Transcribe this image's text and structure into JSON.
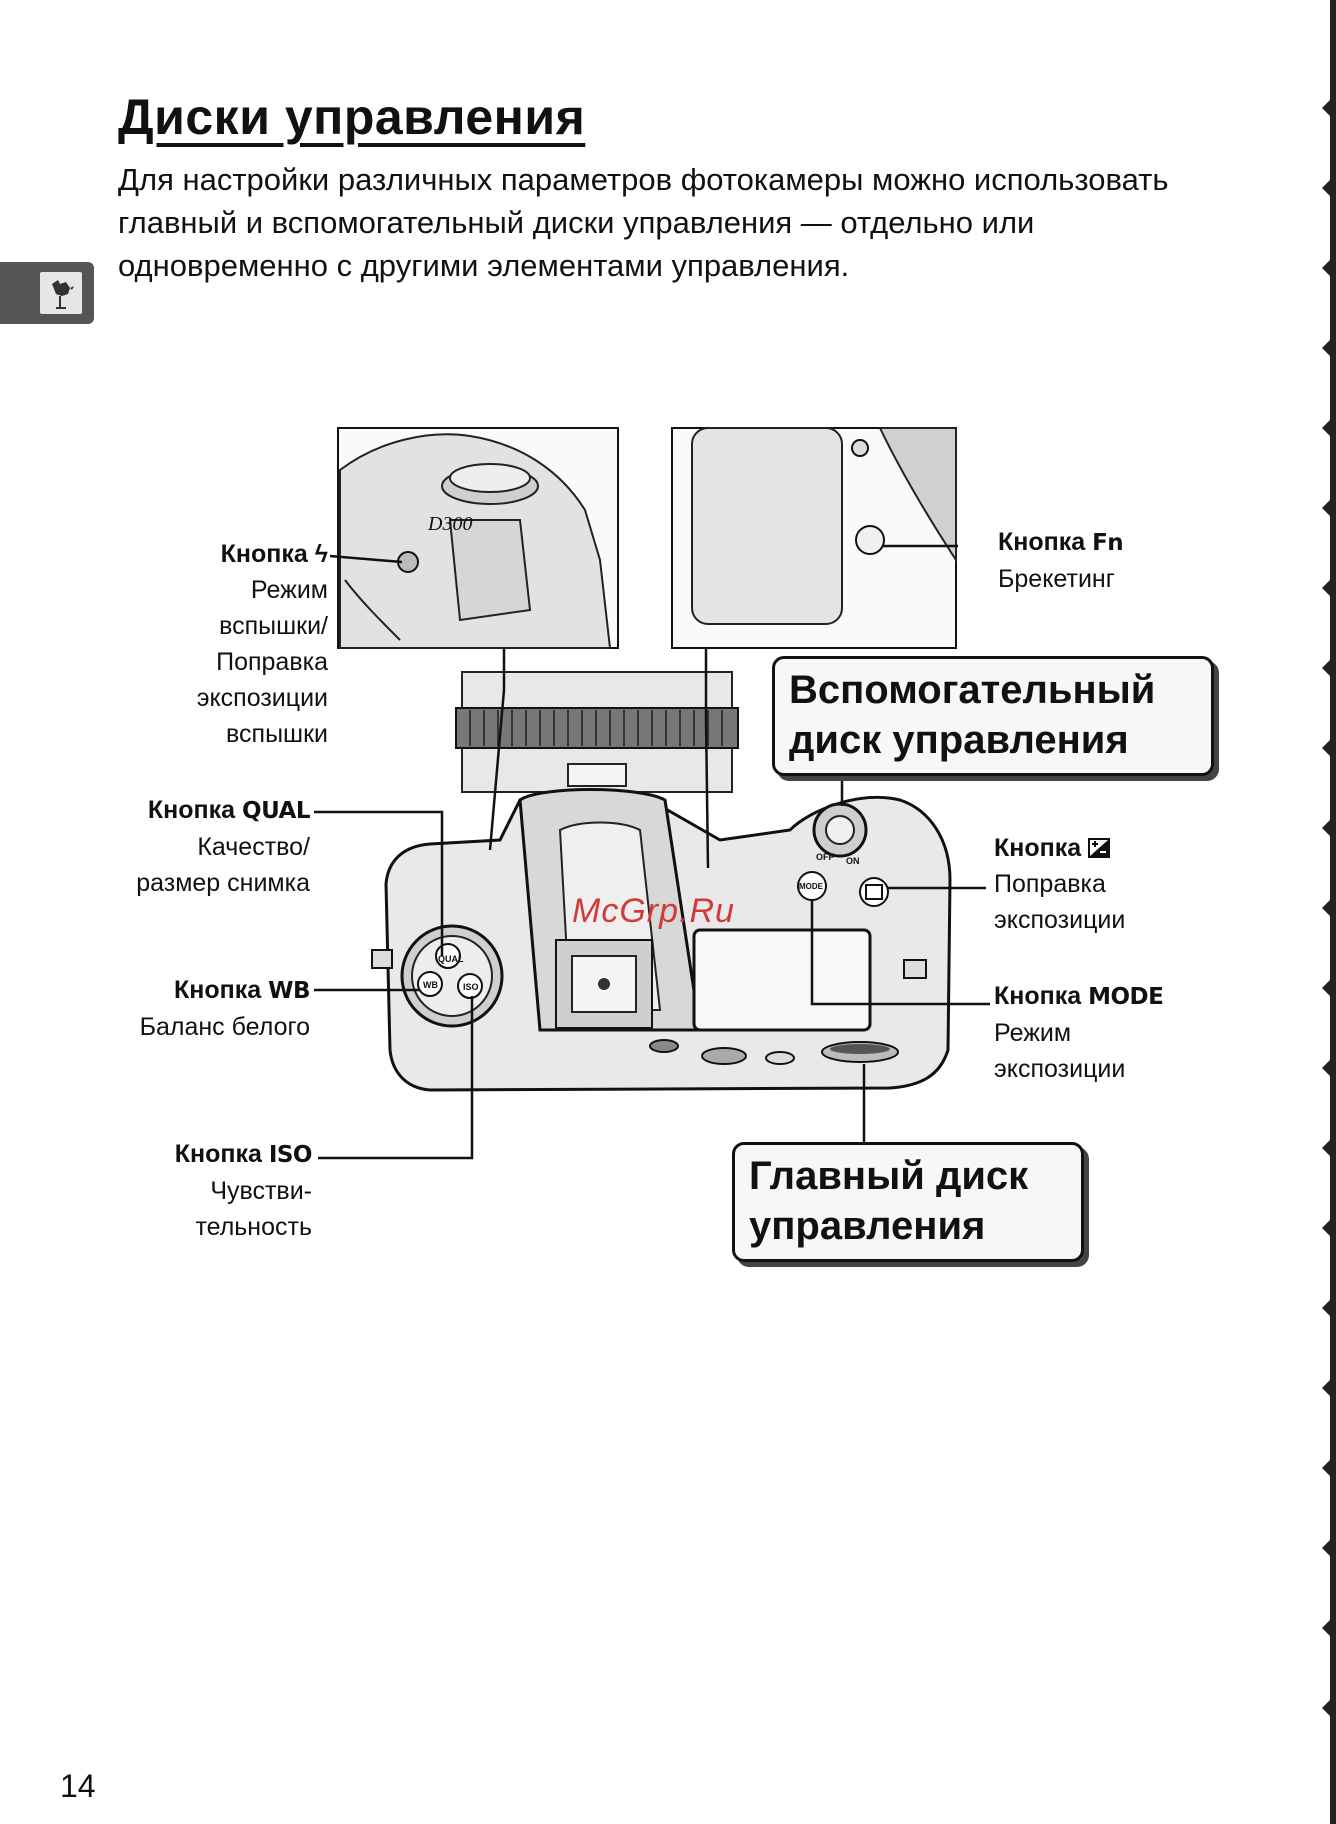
{
  "page": {
    "title": "Диски управления",
    "intro": "Для настройки различных параметров фотокамеры можно использовать главный и вспомогательный диски управления — отдельно или одновременно с другими элементами управления.",
    "page_number": "14",
    "watermark": "McGrp.Ru"
  },
  "side_tab": {
    "icon": "rooster-icon"
  },
  "camera": {
    "model_badge": "D300",
    "button_markings": [
      "QUAL",
      "WB",
      "ISO",
      "MODE",
      "OFF",
      "ON"
    ]
  },
  "callouts": {
    "flash": {
      "head": "Кнопка ",
      "symbol": "ϟ",
      "desc": "Режим вспышки/ Поправка экспозиции вспышки",
      "icon": "flash-icon"
    },
    "qual": {
      "head": "Кнопка ",
      "code": "QUAL",
      "desc": "Качество/ размер снимка"
    },
    "wb": {
      "head": "Кнопка ",
      "code": "WB",
      "desc": "Баланс белого"
    },
    "iso": {
      "head": "Кнопка ",
      "code": "ISO",
      "desc": "Чувстви- тельность"
    },
    "fn": {
      "head": "Кнопка ",
      "code": "Fn",
      "desc": "Брекетинг"
    },
    "exposure_comp": {
      "head": "Кнопка ",
      "desc": "Поправка экспозиции",
      "icon": "exposure-compensation-icon"
    },
    "mode": {
      "head": "Кнопка ",
      "code": "MODE",
      "desc": "Режим экспозиции"
    }
  },
  "boxes": {
    "sub_dial": "Вспомогательный диск управления",
    "main_dial": "Главный диск управления"
  }
}
